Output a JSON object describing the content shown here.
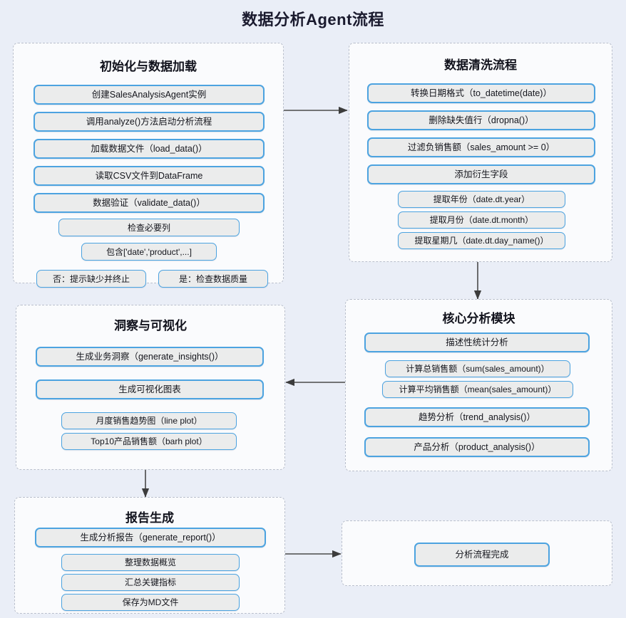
{
  "title": "数据分析Agent流程",
  "colors": {
    "page_background": "#eaeef7",
    "group_background": "#fafbfd",
    "group_border": "#b9bfcc",
    "node_background": "#ebecec",
    "node_border": "#4ca3e0",
    "arrow": "#4a4a4a",
    "text": "#14151c"
  },
  "groups": [
    {
      "id": "init-load",
      "title": "初始化与数据加载",
      "nodes": [
        {
          "id": "create-agent",
          "label": "创建SalesAnalysisAgent实例"
        },
        {
          "id": "call-analyze",
          "label": "调用analyze()方法启动分析流程"
        },
        {
          "id": "load-data",
          "label": "加载数据文件（load_data()）"
        },
        {
          "id": "read-csv",
          "label": "读取CSV文件到DataFrame"
        },
        {
          "id": "validate-data",
          "label": "数据验证（validate_data()）"
        },
        {
          "id": "check-columns",
          "label": "检查必要列"
        },
        {
          "id": "contains-cols",
          "label": "包含['date','product',...]"
        },
        {
          "id": "branch-no",
          "label": "否：提示缺少并终止"
        },
        {
          "id": "branch-yes",
          "label": "是：检查数据质量"
        }
      ]
    },
    {
      "id": "data-cleaning",
      "title": "数据清洗流程",
      "nodes": [
        {
          "id": "to-datetime",
          "label": "转换日期格式（to_datetime(date)）"
        },
        {
          "id": "dropna",
          "label": "删除缺失值行（dropna()）"
        },
        {
          "id": "filter-neg",
          "label": "过滤负销售额（sales_amount >= 0）"
        },
        {
          "id": "add-derived",
          "label": "添加衍生字段"
        },
        {
          "id": "extract-year",
          "label": "提取年份（date.dt.year）"
        },
        {
          "id": "extract-month",
          "label": "提取月份（date.dt.month）"
        },
        {
          "id": "extract-day",
          "label": "提取星期几（date.dt.day_name()）"
        }
      ]
    },
    {
      "id": "core-analysis",
      "title": "核心分析模块",
      "nodes": [
        {
          "id": "descriptive-stats",
          "label": "描述性统计分析"
        },
        {
          "id": "total-sales",
          "label": "计算总销售额（sum(sales_amount)）"
        },
        {
          "id": "mean-sales",
          "label": "计算平均销售额（mean(sales_amount)）"
        },
        {
          "id": "trend-analysis",
          "label": "趋势分析（trend_analysis()）"
        },
        {
          "id": "product-analysis",
          "label": "产品分析（product_analysis()）"
        }
      ]
    },
    {
      "id": "insight-viz",
      "title": "洞察与可视化",
      "nodes": [
        {
          "id": "generate-insights",
          "label": "生成业务洞察（generate_insights()）"
        },
        {
          "id": "generate-charts",
          "label": "生成可视化图表"
        },
        {
          "id": "monthly-trend",
          "label": "月度销售趋势图（line plot）"
        },
        {
          "id": "top10-products",
          "label": "Top10产品销售额（barh plot）"
        }
      ]
    },
    {
      "id": "report-gen",
      "title": "报告生成",
      "nodes": [
        {
          "id": "generate-report",
          "label": "生成分析报告（generate_report()）"
        },
        {
          "id": "organize-data",
          "label": "整理数据概览"
        },
        {
          "id": "summarize-kpi",
          "label": "汇总关键指标"
        },
        {
          "id": "save-md",
          "label": "保存为MD文件"
        }
      ]
    },
    {
      "id": "finish",
      "title": "",
      "nodes": [
        {
          "id": "flow-complete",
          "label": "分析流程完成"
        }
      ]
    }
  ]
}
